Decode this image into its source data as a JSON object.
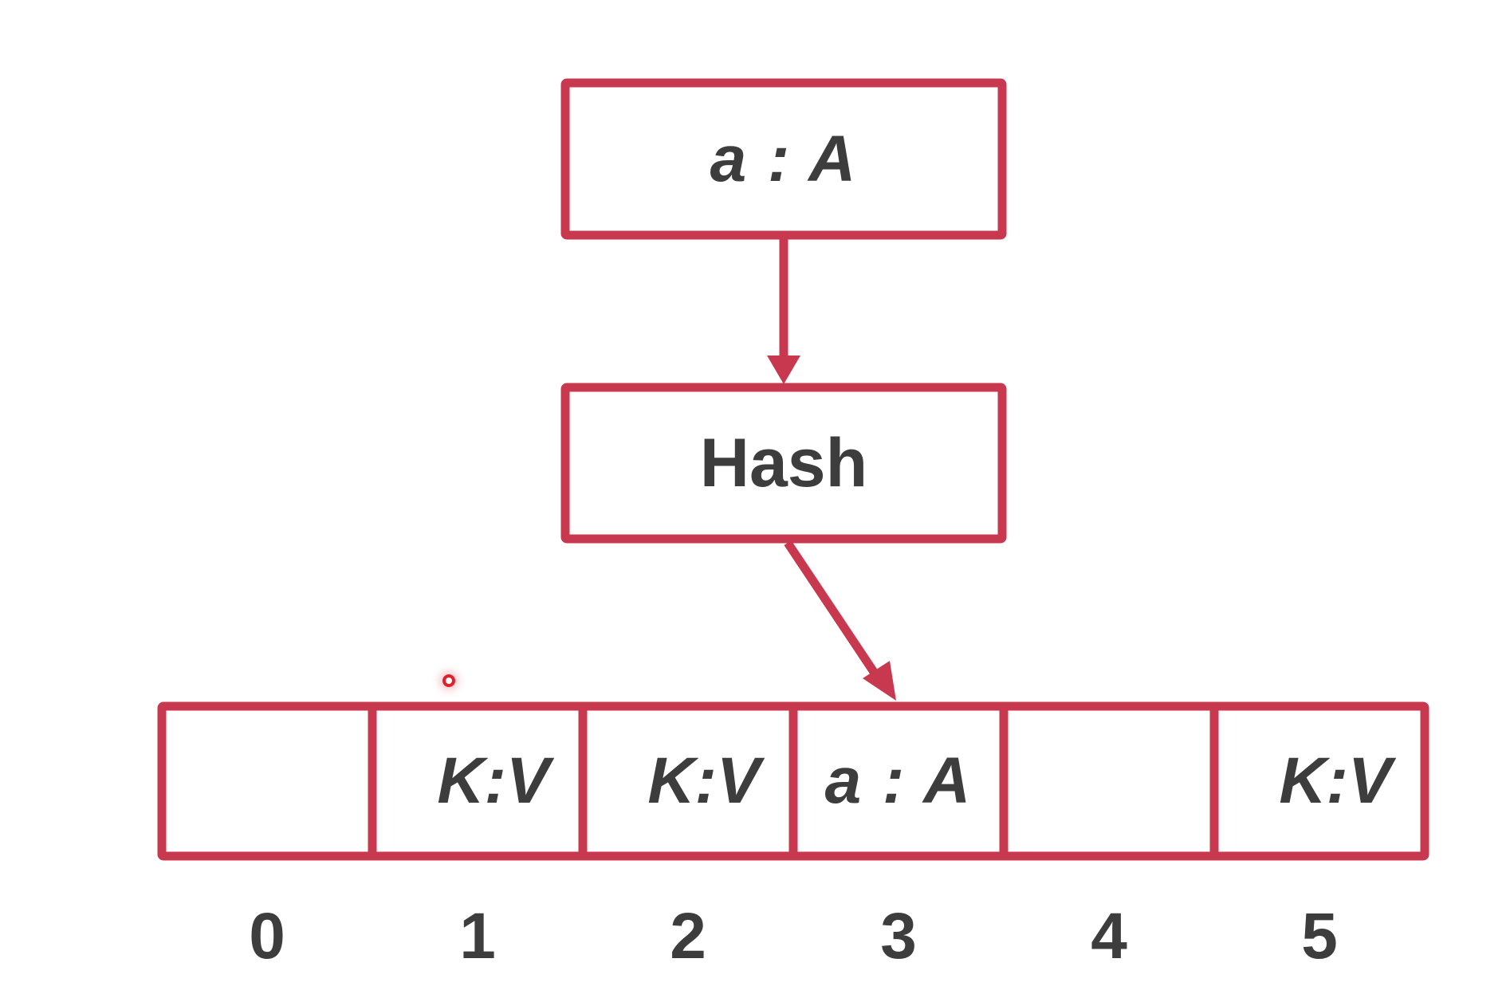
{
  "diagram": {
    "input_box": {
      "label": "a : A"
    },
    "hash_box": {
      "label": "Hash"
    },
    "table": {
      "cells": [
        {
          "index": "0",
          "value": ""
        },
        {
          "index": "1",
          "value": "K:V"
        },
        {
          "index": "2",
          "value": "K:V"
        },
        {
          "index": "3",
          "value": "a : A"
        },
        {
          "index": "4",
          "value": ""
        },
        {
          "index": "5",
          "value": "K:V"
        }
      ]
    }
  },
  "colors": {
    "stroke": "#c8394f",
    "text": "#3d3d3d",
    "pointer": "#e0202a"
  }
}
